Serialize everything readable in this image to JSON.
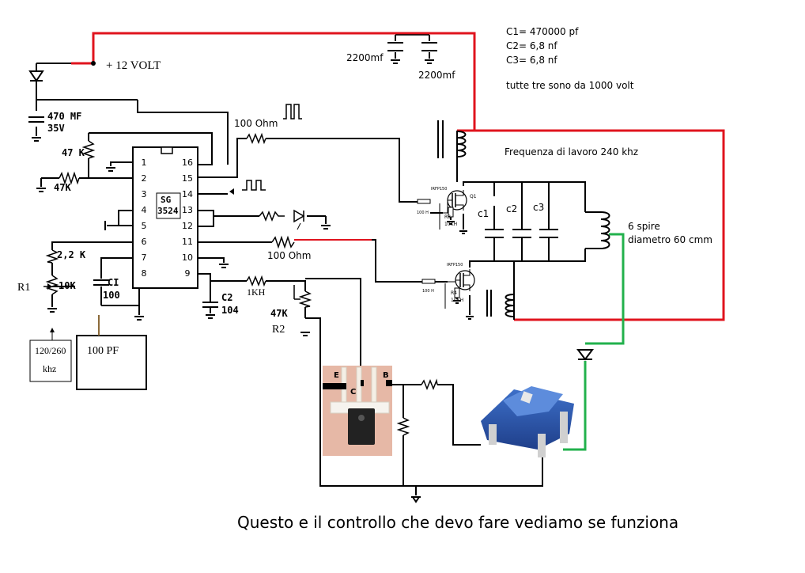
{
  "supply": {
    "label": "+ 12 VOLT"
  },
  "capacitors_top": {
    "c_a": "2200mf",
    "c_b": "2200mf"
  },
  "cap_notes": {
    "c1": "C1= 470000 pf",
    "c2": "C2= 6,8 nf",
    "c3": "C3= 6,8 nf",
    "rating": "tutte tre sono da 1000 volt"
  },
  "input_cap": {
    "line1": "470 MF",
    "line2": "35V"
  },
  "resistors": {
    "r_47k_top": "47 K",
    "r_47k_left": "47K",
    "r_2_2k": "2,2 K",
    "r1_pot": "10K",
    "r1_name": "R1",
    "r_100ohm_top": "100 Ohm",
    "r_100ohm_mid": "100 Ohm",
    "r_1kh": "1KH",
    "r2_pot": "47K",
    "r2_name": "R2"
  },
  "timing": {
    "ci_name": "CI",
    "ci_value": "100",
    "c2_name": "C2",
    "c2_value": "104"
  },
  "chip": {
    "name": "SG",
    "part": "3524",
    "pins_left": [
      "1",
      "2",
      "3",
      "4",
      "5",
      "6",
      "7",
      "8"
    ],
    "pins_right": [
      "16",
      "15",
      "14",
      "13",
      "12",
      "11",
      "10",
      "9"
    ]
  },
  "freq_box": {
    "line1": "120/260",
    "line2": "khz"
  },
  "pf_box": {
    "label": "100  PF"
  },
  "mosfet": {
    "part_top": "IRFP150",
    "q1": "Q1",
    "gate_r_top": "100 H",
    "r3_name": "R3",
    "r3_value": "10KH",
    "part_bottom": "IRFP150",
    "gate_r_bottom": "100 H",
    "r4_name": "R4",
    "r4_value": "10KH"
  },
  "tank": {
    "c1": "c1",
    "c2": "c2",
    "c3": "c3"
  },
  "work_freq": "Frequenza di lavoro 240 khz",
  "coil": {
    "line1": "6 spire",
    "line2": "diametro 60 cmm"
  },
  "transistor": {
    "e": "E",
    "c": "C",
    "b": "B"
  },
  "caption": "Questo e il controllo che devo fare vediamo se funziona",
  "colors": {
    "red_wire": "#e0141e",
    "green_wire": "#22b14c",
    "black_wire": "#000000"
  }
}
